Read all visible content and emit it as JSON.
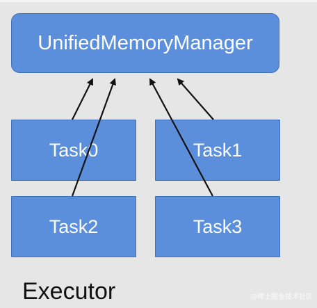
{
  "diagram": {
    "manager_label": "UnifiedMemoryManager",
    "tasks": [
      {
        "label": "Task0"
      },
      {
        "label": "Task1"
      },
      {
        "label": "Task2"
      },
      {
        "label": "Task3"
      }
    ],
    "container_label": "Executor"
  },
  "watermark": "@稀土掘金技术社区",
  "colors": {
    "background": "#e6e6e6",
    "box_fill": "#5b8fdc",
    "box_border": "#3e6fb9",
    "arrow": "#111111"
  }
}
